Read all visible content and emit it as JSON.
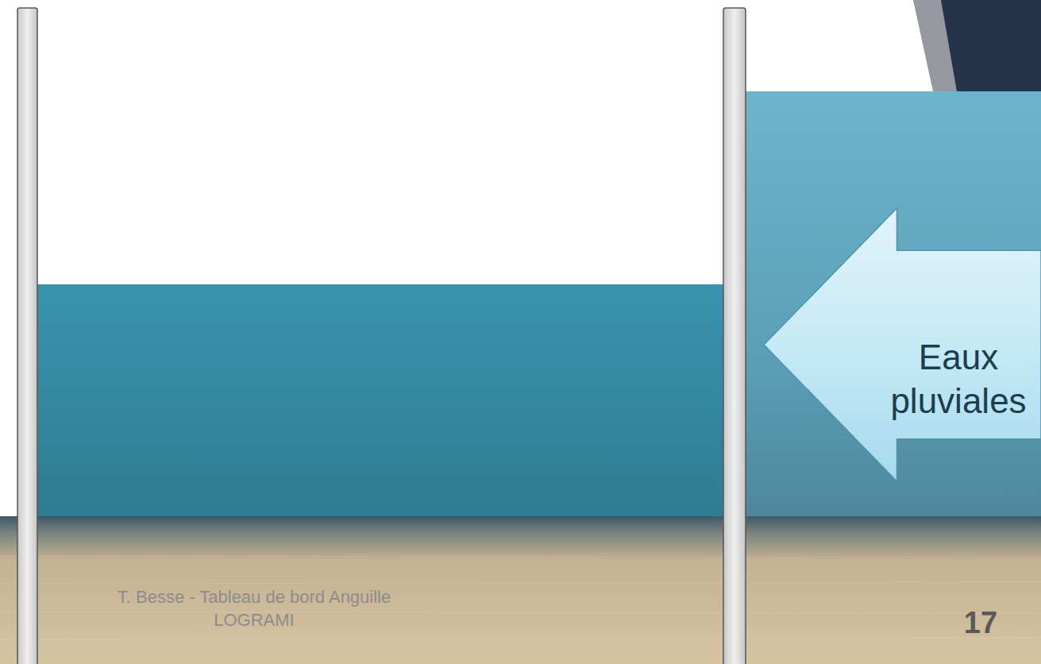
{
  "diagram": {
    "nodes": [
      {
        "text": [
          "Eaux pluviales"
        ]
      }
    ],
    "labels": [
      "T. Besse - Tableau de bord Anguille LOGRAMI",
      "17"
    ]
  }
}
